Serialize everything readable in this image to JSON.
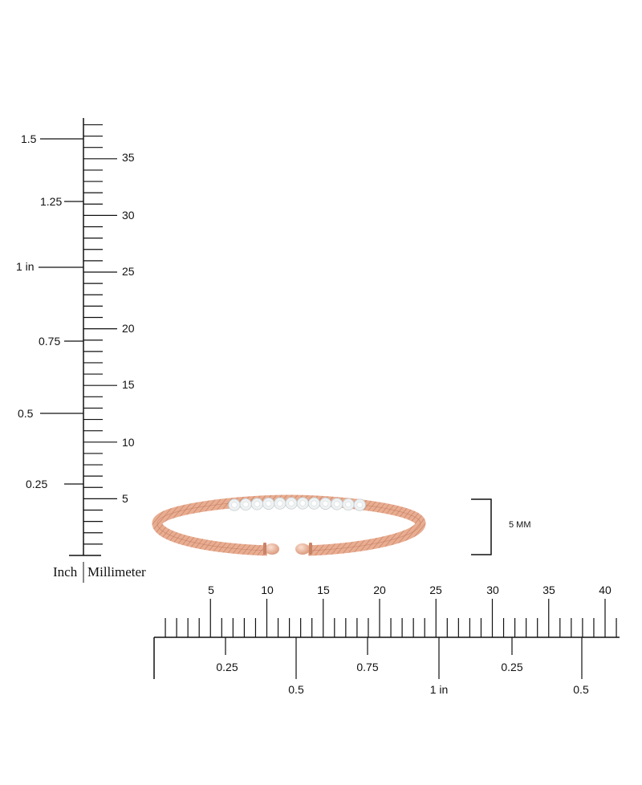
{
  "vertical_ruler": {
    "inch_title": "Inch",
    "mm_title": "Millimeter",
    "inch_labels": [
      "0.25",
      "0.5",
      "0.75",
      "1 in",
      "1.25",
      "1.5"
    ],
    "mm_labels": [
      "5",
      "10",
      "15",
      "20",
      "25",
      "30",
      "35"
    ]
  },
  "horizontal_ruler": {
    "mm_labels": [
      "5",
      "10",
      "15",
      "20",
      "25",
      "30",
      "35",
      "40"
    ],
    "inch_labels": [
      "0.25",
      "0.5",
      "0.75",
      "1 in",
      "0.25",
      "0.5"
    ]
  },
  "dimension_bracket": {
    "label": "5 MM"
  },
  "product": {
    "name": "rose gold cuff bracelet with diamond station",
    "metal_color": "#e8a98c",
    "stone_color": "#eef2f3"
  }
}
